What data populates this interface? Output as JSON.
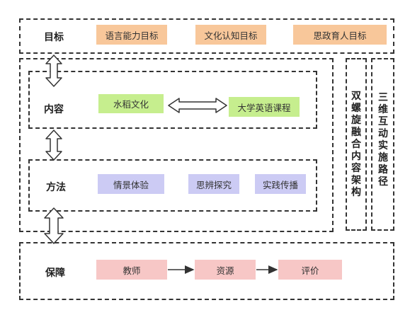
{
  "goal": {
    "label": "目标",
    "items": [
      "语言能力目标",
      "文化认知目标",
      "思政育人目标"
    ]
  },
  "content": {
    "label": "内容",
    "items": [
      "水稻文化",
      "大学英语课程"
    ]
  },
  "method": {
    "label": "方法",
    "items": [
      "情景体验",
      "思辨探究",
      "实践传播"
    ]
  },
  "support": {
    "label": "保障",
    "items": [
      "教师",
      "资源",
      "评价"
    ]
  },
  "side_labels": {
    "left": "双螺旋融合内容架构",
    "right": "三维互动实施路径"
  },
  "colors": {
    "goal_box": "#f8c79a",
    "content_box": "#c6ee8e",
    "method_box": "#cccbf4",
    "support_box": "#f7c7c6"
  }
}
